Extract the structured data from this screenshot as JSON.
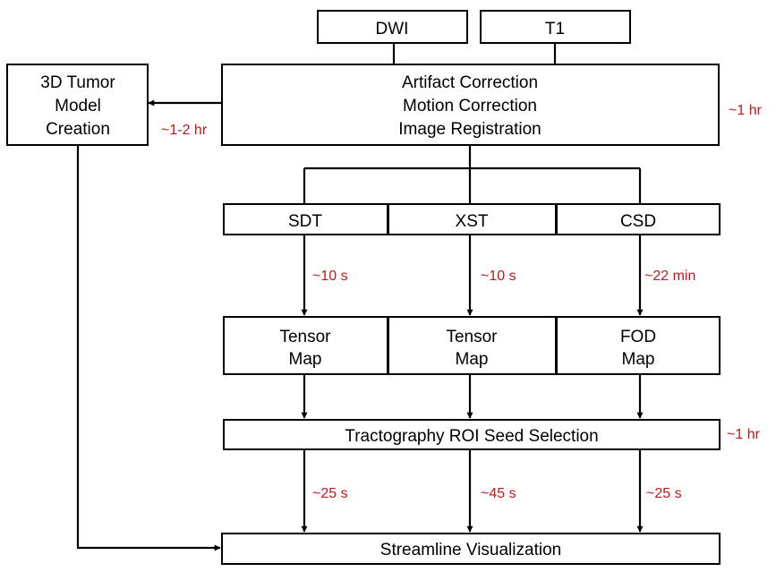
{
  "nodes": {
    "dwi": {
      "lines": [
        "DWI"
      ]
    },
    "t1": {
      "lines": [
        "T1"
      ]
    },
    "preprocess": {
      "lines": [
        "Artifact Correction",
        "Motion Correction",
        "Image Registration"
      ]
    },
    "tumor": {
      "lines": [
        "3D Tumor",
        "Model",
        "Creation"
      ]
    },
    "sdt": {
      "lines": [
        "SDT"
      ]
    },
    "xst": {
      "lines": [
        "XST"
      ]
    },
    "csd": {
      "lines": [
        "CSD"
      ]
    },
    "tensor_sdt": {
      "lines": [
        "Tensor",
        "Map"
      ]
    },
    "tensor_xst": {
      "lines": [
        "Tensor",
        "Map"
      ]
    },
    "fod": {
      "lines": [
        "FOD",
        "Map"
      ]
    },
    "seed": {
      "lines": [
        "Tractography ROI Seed Selection"
      ]
    },
    "viz": {
      "lines": [
        "Streamline Visualization"
      ]
    }
  },
  "timings": {
    "preprocess": "~1 hr",
    "tumor": "~1-2 hr",
    "sdt": "~10 s",
    "xst": "~10 s",
    "csd": "~22 min",
    "seed": "~1 hr",
    "seed_sdt": "~25 s",
    "seed_xst": "~45 s",
    "seed_csd": "~25 s"
  },
  "colors": {
    "timing_text": "#c0181c",
    "lines": "#000000"
  }
}
